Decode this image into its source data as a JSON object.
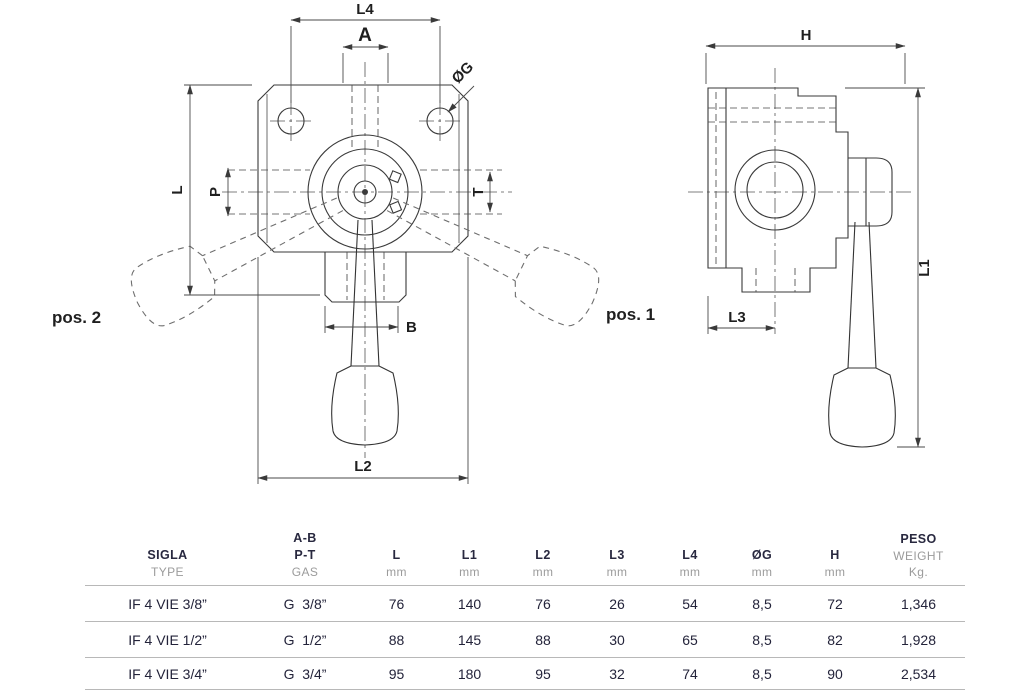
{
  "drawing": {
    "front_view": {
      "pos2_label": "pos. 2",
      "pos1_label": "pos. 1",
      "dims": {
        "L4": "L4",
        "A": "A",
        "OG": "ØG",
        "L": "L",
        "P": "P",
        "T": "T",
        "B": "B",
        "L2": "L2"
      }
    },
    "side_view": {
      "dims": {
        "H": "H",
        "L1": "L1",
        "L3": "L3"
      }
    }
  },
  "table": {
    "header": {
      "sigla1": "SIGLA",
      "sigla2": "TYPE",
      "gas1": "A-B",
      "gas2": "P-T",
      "gas3": "GAS",
      "c_l": "L",
      "c_l1": "L1",
      "c_l2": "L2",
      "c_l3": "L3",
      "c_l4": "L4",
      "c_og": "ØG",
      "c_h": "H",
      "unit_mm": "mm",
      "peso1": "PESO",
      "peso2": "WEIGHT",
      "peso3": "Kg."
    },
    "rows": [
      {
        "sigla": "IF 4 VIE 3/8”",
        "gas": "G  3/8”",
        "L": "76",
        "L1": "140",
        "L2": "76",
        "L3": "26",
        "L4": "54",
        "OG": "8,5",
        "H": "72",
        "peso": "1,346"
      },
      {
        "sigla": "IF 4 VIE 1/2”",
        "gas": "G  1/2”",
        "L": "88",
        "L1": "145",
        "L2": "88",
        "L3": "30",
        "L4": "65",
        "OG": "8,5",
        "H": "82",
        "peso": "1,928"
      },
      {
        "sigla": "IF 4 VIE 3/4”",
        "gas": "G  3/4”",
        "L": "95",
        "L1": "180",
        "L2": "95",
        "L3": "32",
        "L4": "74",
        "OG": "8,5",
        "H": "90",
        "peso": "2,534"
      }
    ]
  }
}
